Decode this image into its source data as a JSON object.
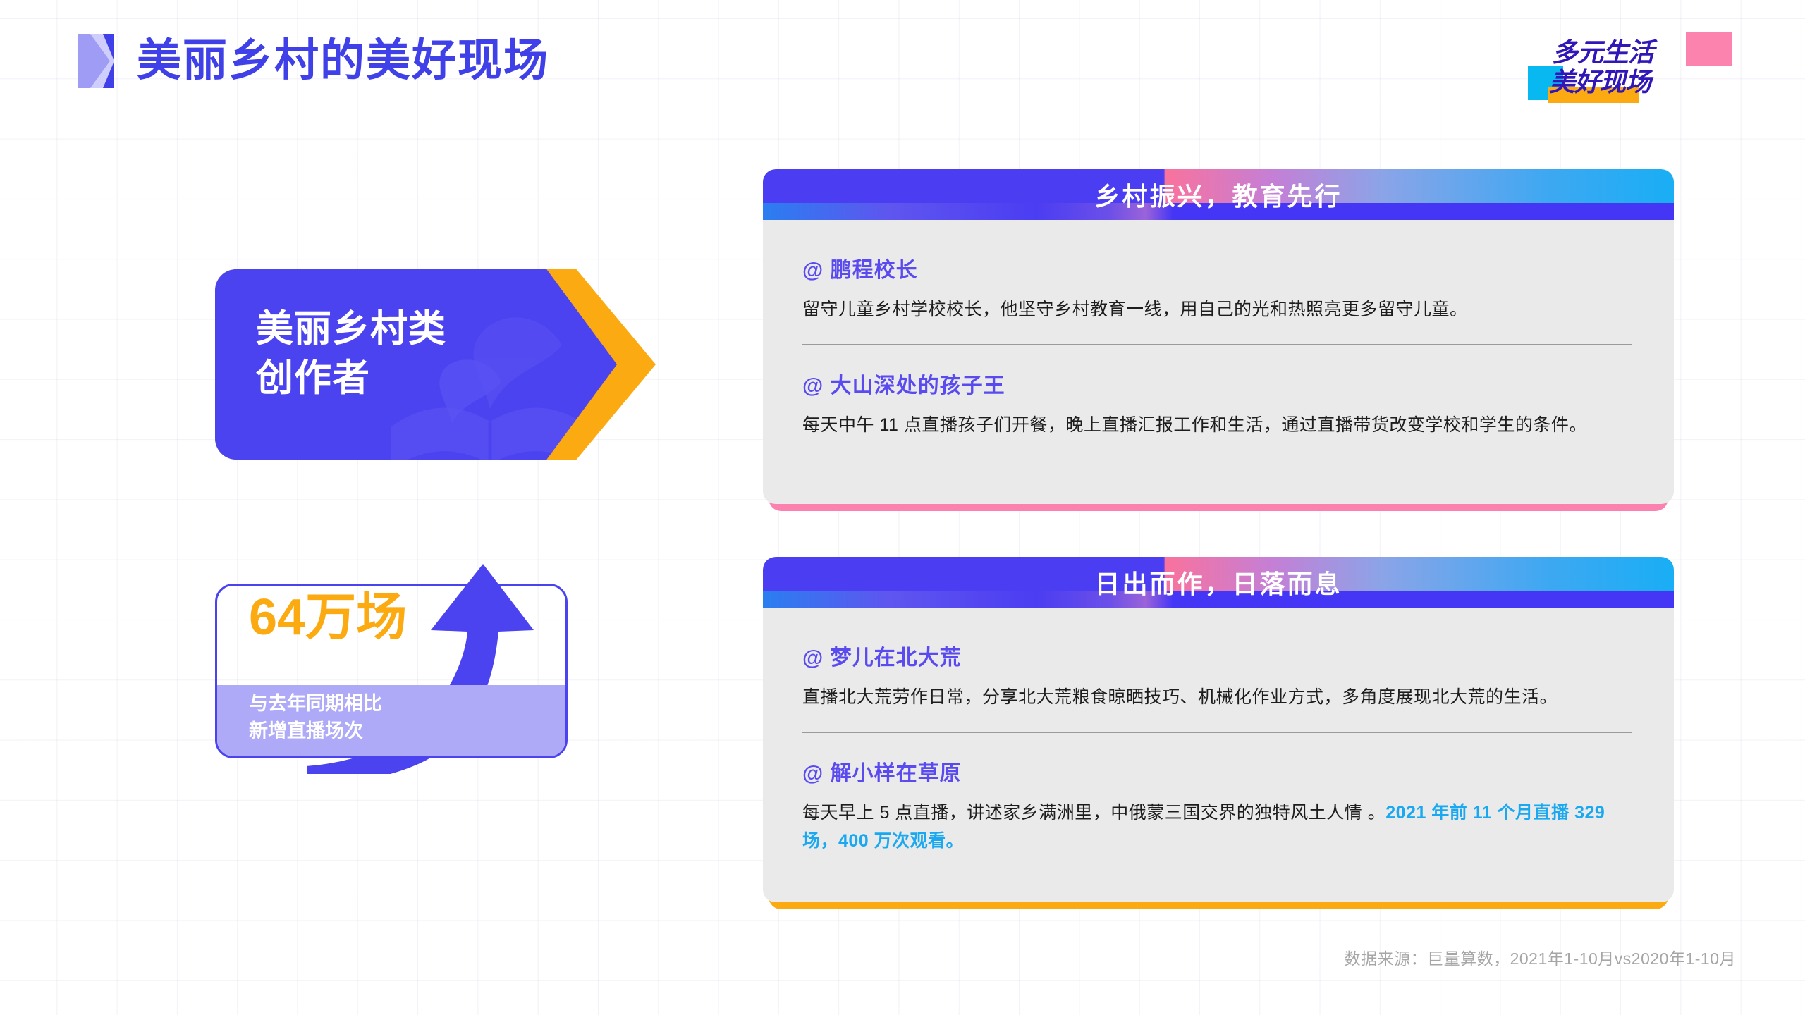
{
  "header": {
    "title": "美丽乡村的美好现场",
    "mark_icon": "double-chevron-icon"
  },
  "brand": {
    "line1": "多元生活",
    "line2": "美好现场",
    "colors": {
      "pink": "#fb83ae",
      "cyan": "#08b8f0",
      "orange": "#fbab11",
      "text": "#3217b8"
    }
  },
  "category_badge": {
    "line1": "美丽乡村类",
    "line2": "创作者",
    "fill_color": "#4b43f0",
    "arrow_color": "#fbab11",
    "watermark_icon": "open-book-icon"
  },
  "stat_card": {
    "value": "64万场",
    "value_color": "#fbab11",
    "caption_line1": "与去年同期相比",
    "caption_line2": "新增直播场次",
    "band_color": "#aeaaf7",
    "arrow_icon": "curved-up-arrow-icon",
    "arrow_color": "#4b43f0"
  },
  "cards": [
    {
      "title": "乡村振兴，教育先行",
      "accent_color": "#fb82ae",
      "entries": [
        {
          "handle": "@ 鹏程校长",
          "desc_plain": "留守儿童乡村学校校长，他坚守乡村教育一线，用自己的光和热照亮更多留守儿童。",
          "desc_highlight": ""
        },
        {
          "handle": "@ 大山深处的孩子王",
          "desc_plain": "每天中午 11 点直播孩子们开餐，晚上直播汇报工作和生活，通过直播带货改变学校和学生的条件。",
          "desc_highlight": ""
        }
      ]
    },
    {
      "title": "日出而作，日落而息",
      "accent_color": "#fbab11",
      "entries": [
        {
          "handle": "@ 梦儿在北大荒",
          "desc_plain": "直播北大荒劳作日常，分享北大荒粮食晾晒技巧、机械化作业方式，多角度展现北大荒的生活。",
          "desc_highlight": ""
        },
        {
          "handle": "@ 解小样在草原",
          "desc_plain": "每天早上 5 点直播，讲述家乡满洲里，中俄蒙三国交界的独特风土人情 。",
          "desc_highlight": "2021 年前 11 个月直播 329 场，400 万次观看。"
        }
      ]
    }
  ],
  "footer": {
    "source": "数据来源：巨量算数，2021年1-10月vs2020年1-10月"
  }
}
